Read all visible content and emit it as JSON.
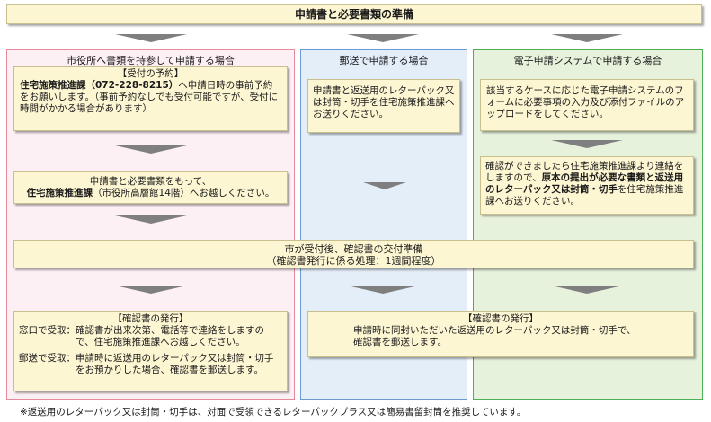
{
  "header": {
    "title": "申請書と必要書類の準備"
  },
  "columns": {
    "office": {
      "label": "市役所へ書類を持参して申請する場合",
      "box1": {
        "title": "【受付の予約】",
        "dept_phone": "住宅施策推進課（072-228-8215）",
        "text_a": "へ申請日時の事前予約をお願いします。（事前予約なしでも受付可能ですが、受付に時間がかかる場合があります）"
      },
      "box2": {
        "line1": "申請書と必要書類をもって、",
        "dept": "住宅施策推進課",
        "line2": "（市役所高層館14階）へお越しください。"
      }
    },
    "mail": {
      "label": "郵送で申請する場合",
      "box1": {
        "text": "申請書と返送用のレターパック又は封筒・切手を住宅施策推進課へお送りください。"
      }
    },
    "online": {
      "label": "電子申請システムで申請する場合",
      "box1": {
        "text": "該当するケースに応じた電子申請システムのフォームに必要事項の入力及び添付ファイルのアップロードをしてください。"
      },
      "box2": {
        "text_a": "確認ができましたら住宅施策推進課より連絡をしますので、",
        "bold": "原本の提出が必要な書類と返送用のレターパック又は封筒・切手",
        "text_b": "を住宅施策推進課へお送りください。"
      }
    }
  },
  "shared": {
    "prep": {
      "line1": "市が受付後、確認書の交付準備",
      "line2": "（確認書発行に係る処理：1週間程度）"
    }
  },
  "issue_office": {
    "title": "【確認書の発行】",
    "counter_label": "窓口で受取：",
    "counter_text": "確認書が出来次第、電話等で連絡をしますので、住宅施策推進課へお越しください。",
    "mail_label": "郵送で受取：",
    "mail_text": "申請時に返送用のレターパック又は封筒・切手をお預かりした場合、確認書を郵送します。"
  },
  "issue_other": {
    "title": "【確認書の発行】",
    "line1": "申請時に同封いただいた返送用のレターパック又は封筒・切手で、",
    "line2": "確認書を郵送します。"
  },
  "footnote": "※返送用のレターパック又は封筒・切手は、対面で受領できるレターパックプラス又は簡易書留封筒を推奨しています。",
  "colors": {
    "box_fill": "#fdf6d3",
    "office_border": "#e58b9c",
    "office_fill": "#fdf0f4",
    "mail_border": "#6b9bd1",
    "mail_fill": "#e4eef9",
    "online_border": "#4fae5a",
    "online_fill": "#e6f2dc",
    "arrow": "#7f7f7f"
  }
}
